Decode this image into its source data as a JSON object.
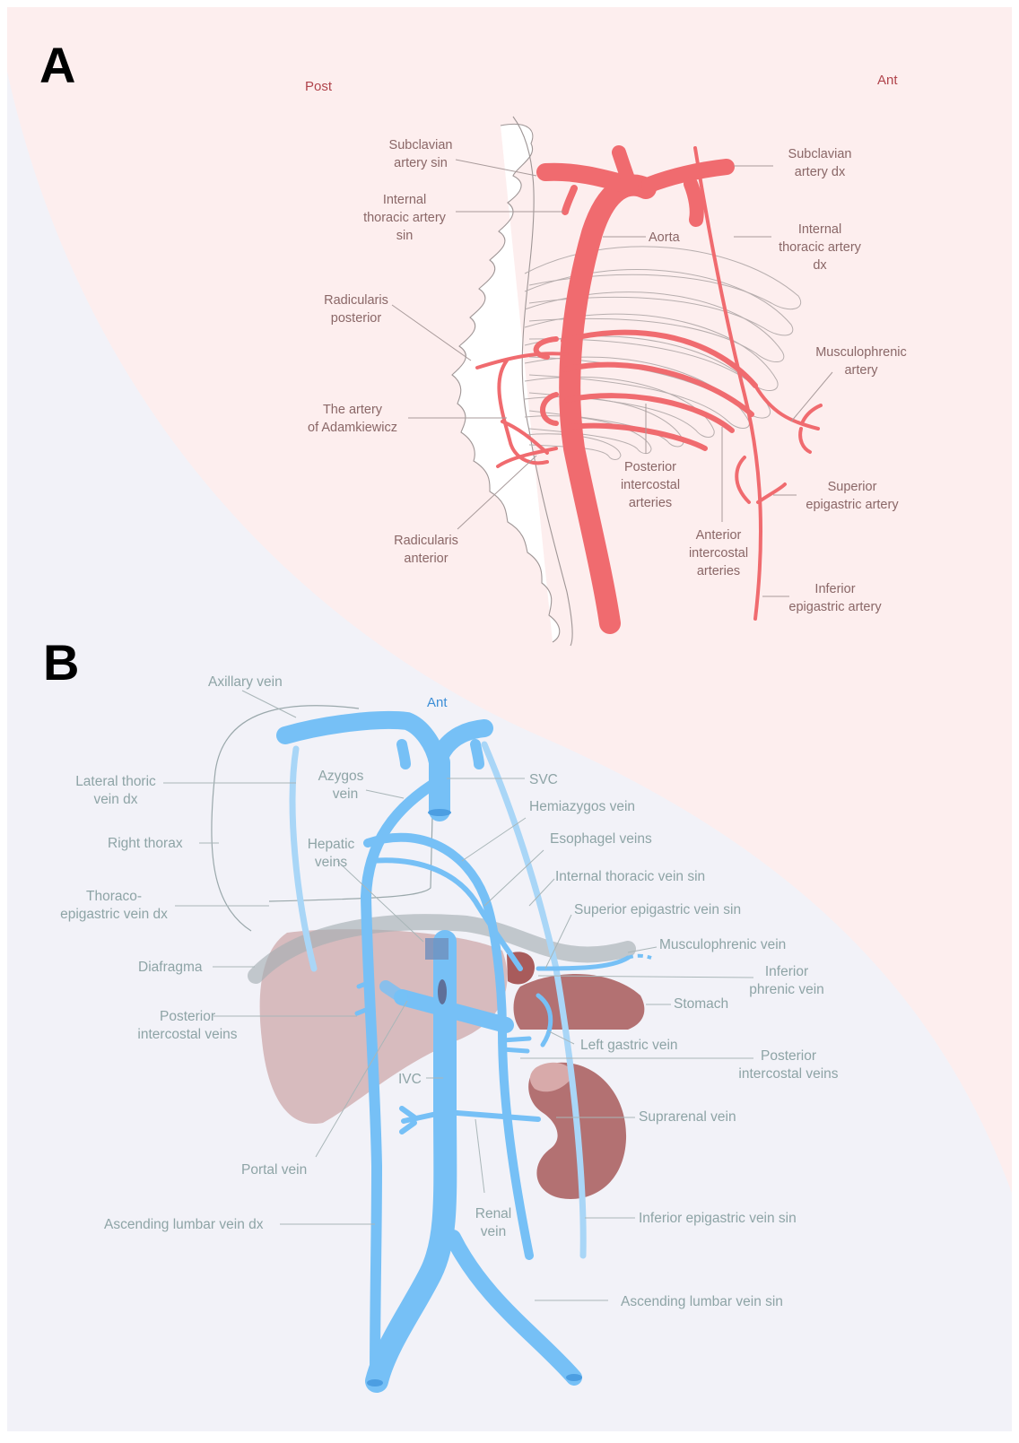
{
  "panels": {
    "a": {
      "letter": "A",
      "dir_left": "Post",
      "dir_right": "Ant",
      "colors": {
        "background": "#fdeeee",
        "artery": "#f06b6f",
        "label": "#8a6767",
        "direction": "#b0434b"
      },
      "labels": {
        "subclavian_sin": [
          "Subclavian",
          "artery sin"
        ],
        "internal_thoracic_sin": [
          "Internal",
          "thoracic artery",
          "sin"
        ],
        "radicularis_posterior": [
          "Radicularis",
          "posterior"
        ],
        "adamkiewicz": [
          "The artery",
          "of Adamkiewicz"
        ],
        "radicularis_anterior": [
          "Radicularis",
          "anterior"
        ],
        "aorta": [
          "Aorta"
        ],
        "posterior_intercostal": [
          "Posterior",
          "intercostal",
          "arteries"
        ],
        "anterior_intercostal": [
          "Anterior",
          "intercostal",
          "arteries"
        ],
        "subclavian_dx": [
          "Subclavian",
          "artery dx"
        ],
        "internal_thoracic_dx": [
          "Internal",
          "thoracic artery",
          "dx"
        ],
        "musculophrenic": [
          "Musculophrenic",
          "artery"
        ],
        "superior_epigastric": [
          "Superior",
          "epigastric artery"
        ],
        "inferior_epigastric": [
          "Inferior",
          "epigastric artery"
        ]
      }
    },
    "b": {
      "letter": "B",
      "dir_top": "Ant",
      "colors": {
        "background": "#f2f2f8",
        "vein": "#76c0f6",
        "organ": "#b57878",
        "label": "#8ea4a6",
        "direction": "#3c8ed6"
      },
      "labels": {
        "axillary": [
          "Axillary vein"
        ],
        "lateral_thoric": [
          "Lateral thoric",
          "vein dx"
        ],
        "right_thorax": [
          "Right thorax"
        ],
        "thoraco_epigastric": [
          "Thoraco-",
          "epigastric vein dx"
        ],
        "diafragma": [
          "Diafragma"
        ],
        "posterior_intercostal_left": [
          "Posterior",
          "intercostal veins"
        ],
        "portal": [
          "Portal vein"
        ],
        "ascending_lumbar_dx": [
          "Ascending lumbar vein dx"
        ],
        "azygos": [
          "Azygos",
          "vein"
        ],
        "hepatic": [
          "Hepatic",
          "veins"
        ],
        "ivc": [
          "IVC"
        ],
        "renal": [
          "Renal",
          "vein"
        ],
        "svc": [
          "SVC"
        ],
        "hemiazygos": [
          "Hemiazygos vein"
        ],
        "esophagel": [
          "Esophagel veins"
        ],
        "internal_thoracic_sin": [
          "Internal thoracic vein sin"
        ],
        "superior_epigastric_sin": [
          "Superior epigastric vein sin"
        ],
        "musculophrenic": [
          "Musculophrenic vein"
        ],
        "inferior_phrenic": [
          "Inferior",
          "phrenic vein"
        ],
        "stomach": [
          "Stomach"
        ],
        "left_gastric": [
          "Left gastric vein"
        ],
        "posterior_intercostal_right": [
          "Posterior",
          "intercostal veins"
        ],
        "suprarenal": [
          "Suprarenal vein"
        ],
        "inferior_epigastric_sin": [
          "Inferior epigastric vein sin"
        ],
        "ascending_lumbar_sin": [
          "Ascending lumbar vein sin"
        ]
      }
    }
  }
}
